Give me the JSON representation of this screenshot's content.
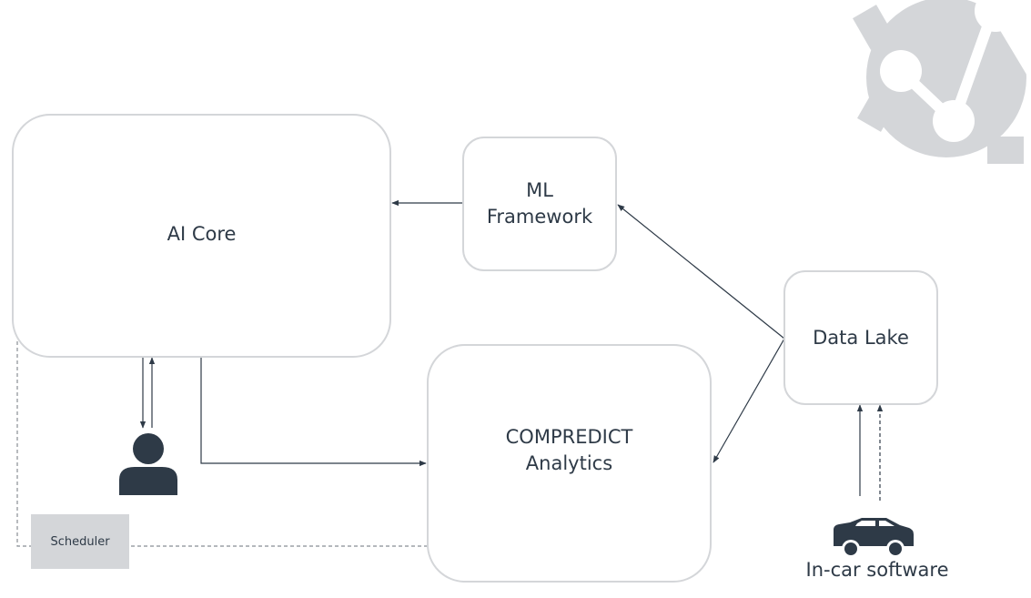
{
  "nodes": {
    "ai_core": {
      "label": "AI Core"
    },
    "ml_framework": {
      "line1": "ML",
      "line2": "Framework"
    },
    "data_lake": {
      "label": "Data Lake"
    },
    "compredict": {
      "line1": "COMPREDICT",
      "line2": "Analytics"
    },
    "scheduler": {
      "label": "Scheduler"
    },
    "car": {
      "label": "In-car software"
    }
  },
  "colors": {
    "border": "#d4d6d9",
    "text": "#2e3a47",
    "arrow": "#2e3a47",
    "logo": "#d4d6d9"
  },
  "icons": [
    "user-icon",
    "car-icon",
    "logo-gear-icon"
  ]
}
